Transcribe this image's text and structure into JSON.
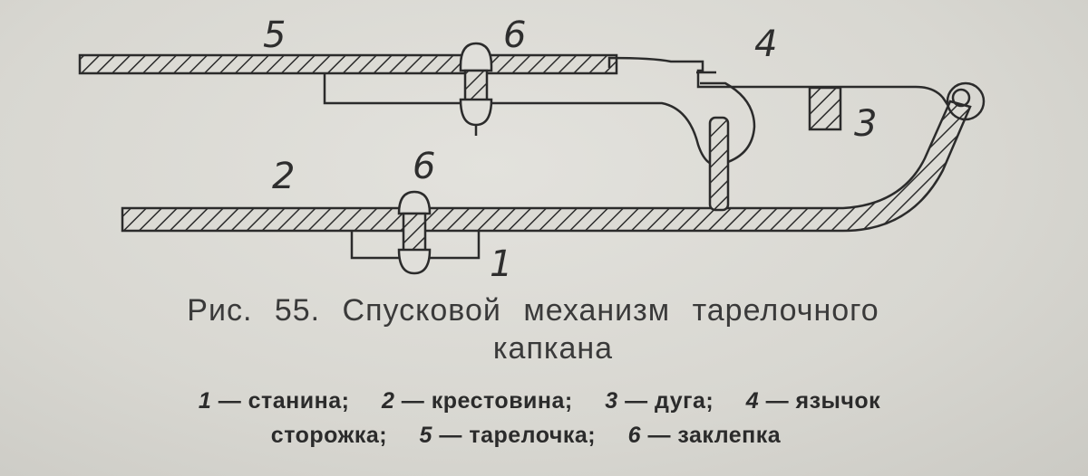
{
  "figure": {
    "callouts": {
      "n1": "1",
      "n2": "2",
      "n3": "3",
      "n4": "4",
      "n5": "5",
      "n6_top": "6",
      "n6_bottom": "6"
    },
    "caption_line1": "Рис. 55. Спусковой механизм тарелочного",
    "caption_line2": "капкана",
    "legend": [
      {
        "num": "1",
        "text": "— станина;"
      },
      {
        "num": "2",
        "text": "— крестовина;"
      },
      {
        "num": "3",
        "text": "— дуга;"
      },
      {
        "num": "4",
        "text": "— язычок"
      },
      {
        "num": "",
        "text": "сторожка;"
      },
      {
        "num": "5",
        "text": "— тарелочка;"
      },
      {
        "num": "6",
        "text": "— заклепка"
      }
    ]
  }
}
